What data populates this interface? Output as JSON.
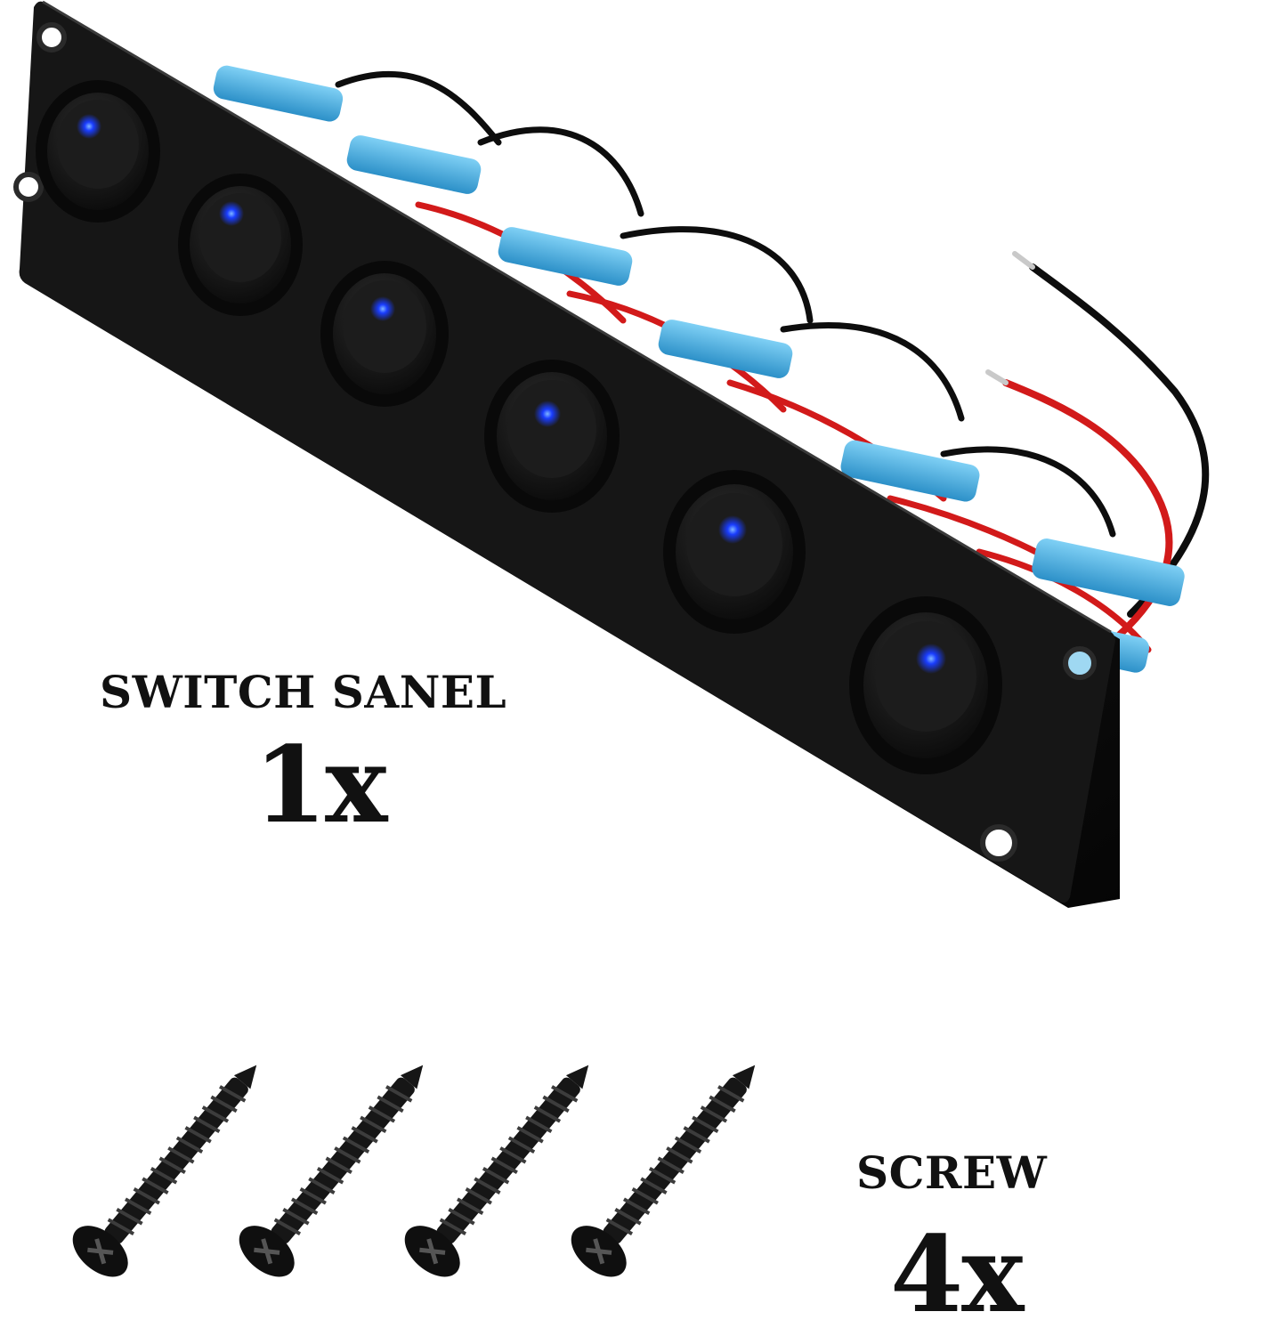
{
  "image": {
    "background": "#ffffff",
    "product_panel": {
      "caption": "SWITCH SANEL",
      "quantity": "1x",
      "switch_count": 6,
      "indicator_color": "#1a3dff"
    },
    "screws": {
      "caption": "SCREW",
      "quantity": "4x",
      "count": 4
    },
    "colors": {
      "panel": "#141414",
      "connector": "#3aa9e0",
      "wire_red": "#d21a1a",
      "wire_black": "#0d0d0d"
    }
  }
}
